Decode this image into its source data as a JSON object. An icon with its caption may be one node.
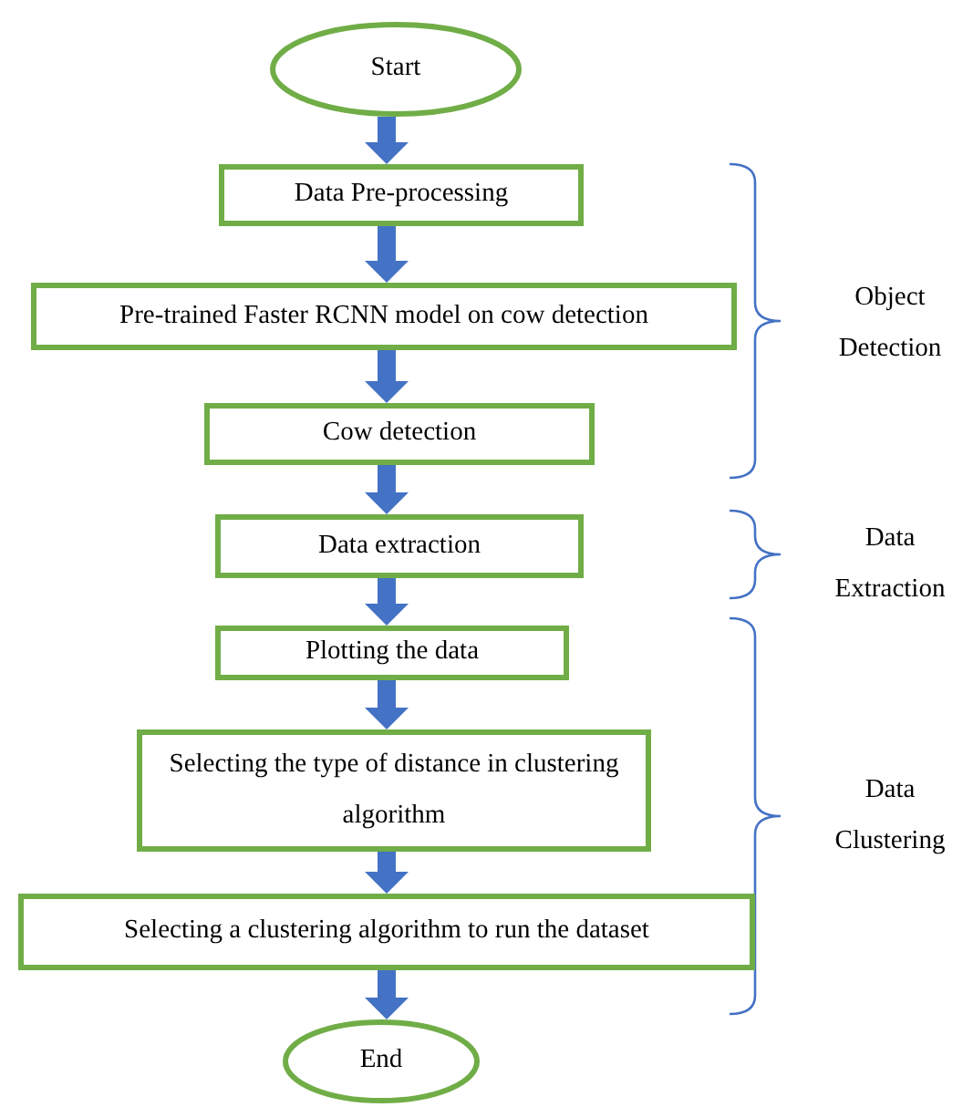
{
  "diagram": {
    "nodes": [
      {
        "text": [
          "Start"
        ]
      },
      {
        "text": [
          "Data Pre-processing"
        ]
      },
      {
        "text": [
          "Pre-trained Faster RCNN model on cow detection"
        ]
      },
      {
        "text": [
          "Cow detection"
        ]
      },
      {
        "text": [
          "Data extraction"
        ]
      },
      {
        "text": [
          "Plotting the data"
        ]
      },
      {
        "text": [
          "Selecting the type of distance in clustering algorithm"
        ]
      },
      {
        "text": [
          "Selecting a clustering algorithm to run the dataset"
        ]
      },
      {
        "text": [
          "End"
        ]
      }
    ],
    "edges": [
      {
        "from": 0,
        "to": 1,
        "arrow": "to"
      },
      {
        "from": 1,
        "to": 2,
        "arrow": "to"
      },
      {
        "from": 2,
        "to": 3,
        "arrow": "to"
      },
      {
        "from": 3,
        "to": 4,
        "arrow": "to"
      },
      {
        "from": 4,
        "to": 5,
        "arrow": "to"
      },
      {
        "from": 5,
        "to": 6,
        "arrow": "to"
      },
      {
        "from": 6,
        "to": 7,
        "arrow": "to"
      },
      {
        "from": 7,
        "to": 8,
        "arrow": "to"
      }
    ],
    "labels": [
      "Object Detection",
      "Data Extraction",
      "Data Clustering"
    ]
  }
}
